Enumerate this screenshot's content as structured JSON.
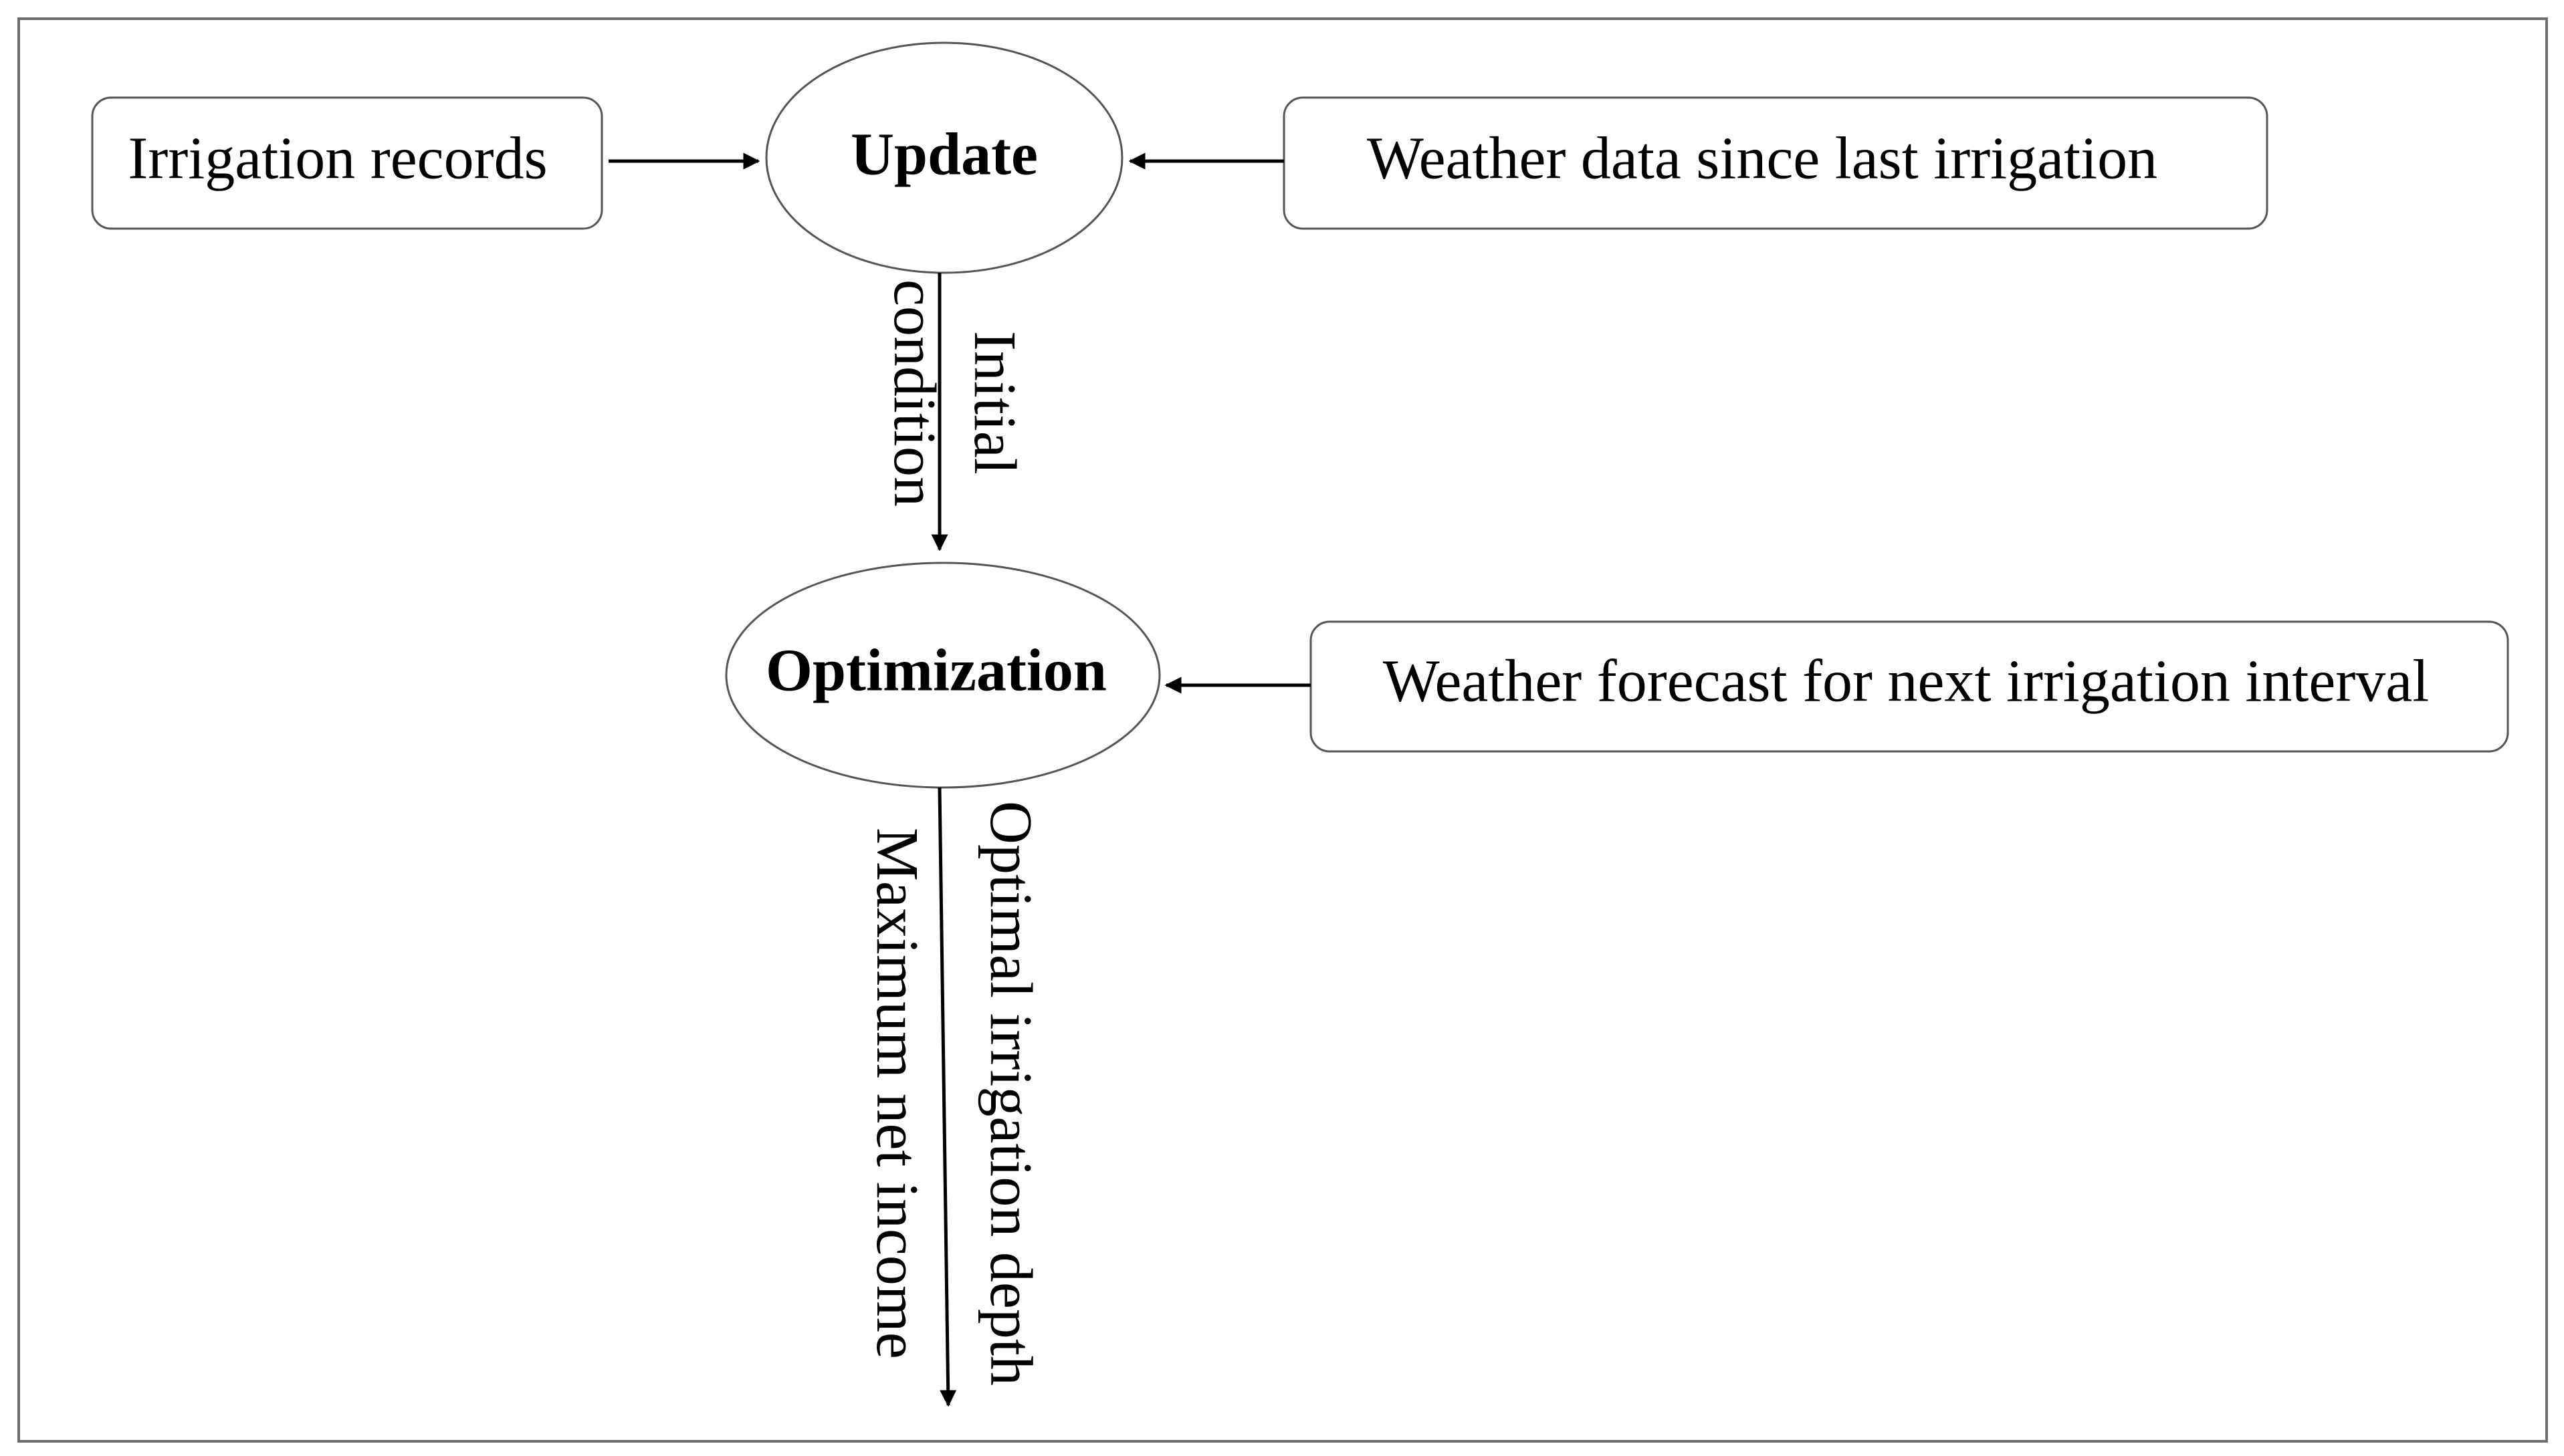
{
  "diagram": {
    "inputs": {
      "irrigation_records": "Irrigation records",
      "weather_since_last": "Weather data since last irrigation",
      "weather_forecast": "Weather forecast for next irrigation interval"
    },
    "nodes": {
      "update": "Update",
      "optimization": "Optimization"
    },
    "edge_labels": {
      "initial": "Initial",
      "condition": "condition",
      "optimal_depth": "Optimal irrigation depth",
      "max_income": "Maximum net income"
    }
  }
}
